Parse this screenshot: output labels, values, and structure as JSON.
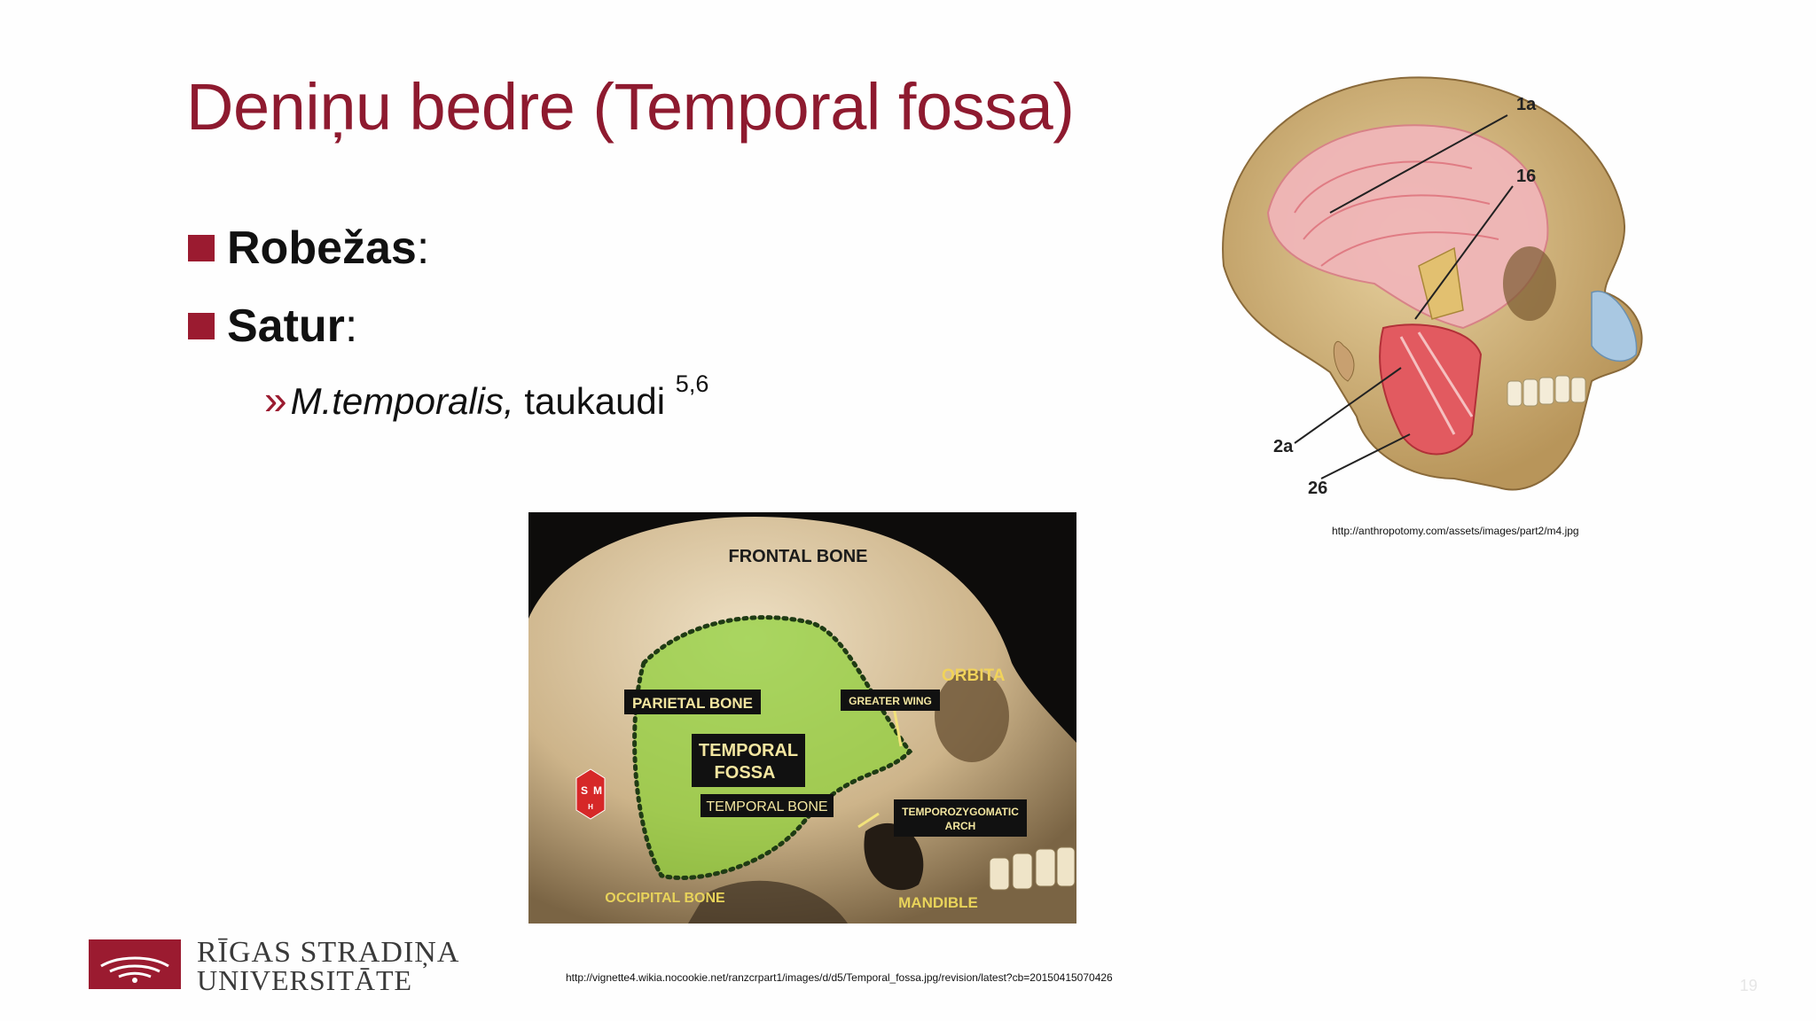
{
  "slide": {
    "title": "Deniņu bedre (Temporal fossa)",
    "bullets": [
      {
        "label": "Robežas",
        "suffix": ":"
      },
      {
        "label": "Satur",
        "suffix": ":"
      }
    ],
    "sub_bullet": {
      "marker": "»",
      "italic": "M.temporalis,",
      "text": " taukaudi ",
      "sup": "5,6"
    },
    "page_number": "19"
  },
  "skull_figure": {
    "labels": {
      "l1a": "1a",
      "l16": "16",
      "l2a": "2a",
      "l26": "26"
    },
    "source": "http://anthropotomy.com/assets/images/part2/m4.jpg"
  },
  "fossa_figure": {
    "labels": {
      "frontal": "FRONTAL BONE",
      "orbita": "ORBITA",
      "parietal": "PARIETAL BONE",
      "greater_wing": "GREATER WING",
      "temporal_fossa_1": "TEMPORAL",
      "temporal_fossa_2": "FOSSA",
      "temporal_bone": "TEMPORAL BONE",
      "tz_arch_1": "TEMPOROZYGOMATIC",
      "tz_arch_2": "ARCH",
      "occipital": "OCCIPITAL BONE",
      "mandible": "MANDIBLE",
      "badge_s": "S",
      "badge_m": "M",
      "badge_h": "H"
    },
    "source": "http://vignette4.wikia.nocookie.net/ranzcrpart1/images/d/d5/Temporal_fossa.jpg/revision/latest?cb=20150415070426"
  },
  "logo": {
    "line1": "RĪGAS STRADIŅA",
    "line2": "UNIVERSITĀTE"
  },
  "colors": {
    "title": "#8e1a2f",
    "accent": "#9b1b30",
    "fossa_green": "#8fd13a"
  }
}
